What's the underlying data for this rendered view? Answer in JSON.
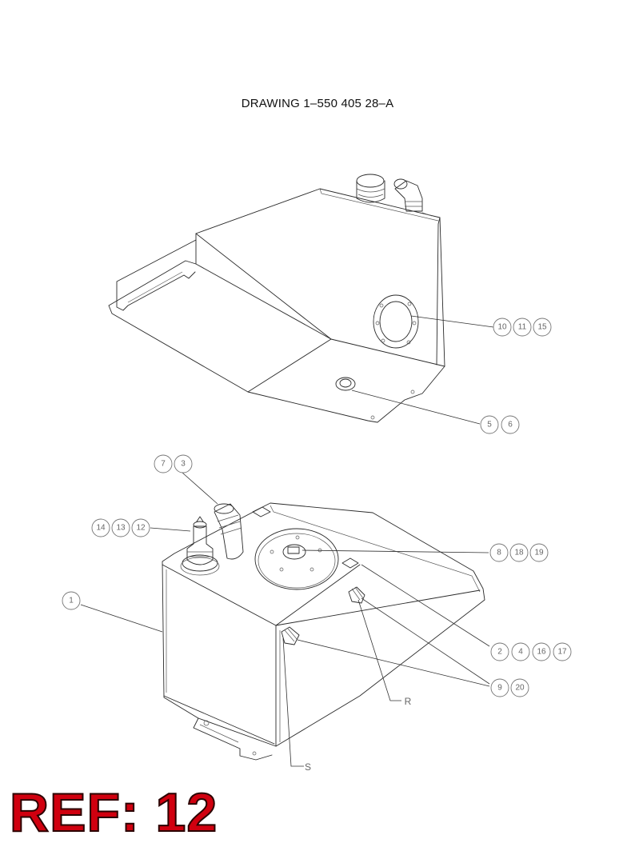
{
  "title": "DRAWING 1–550 405 28–A",
  "ref_label": "REF: 12",
  "colors": {
    "ref": "#d0000f",
    "line": "#2a2a2a",
    "bubble": "#777777"
  },
  "callouts": {
    "c1": [
      "10",
      "11",
      "15"
    ],
    "c2": [
      "5",
      "6"
    ],
    "c3": [
      "7",
      "3"
    ],
    "c4": [
      "14",
      "13",
      "12"
    ],
    "c5": [
      "8",
      "18",
      "19"
    ],
    "c6": [
      "1"
    ],
    "c7": [
      "2",
      "4",
      "16",
      "17"
    ],
    "c8": [
      "9",
      "20"
    ]
  },
  "port_labels": {
    "r": "R",
    "s": "S"
  }
}
